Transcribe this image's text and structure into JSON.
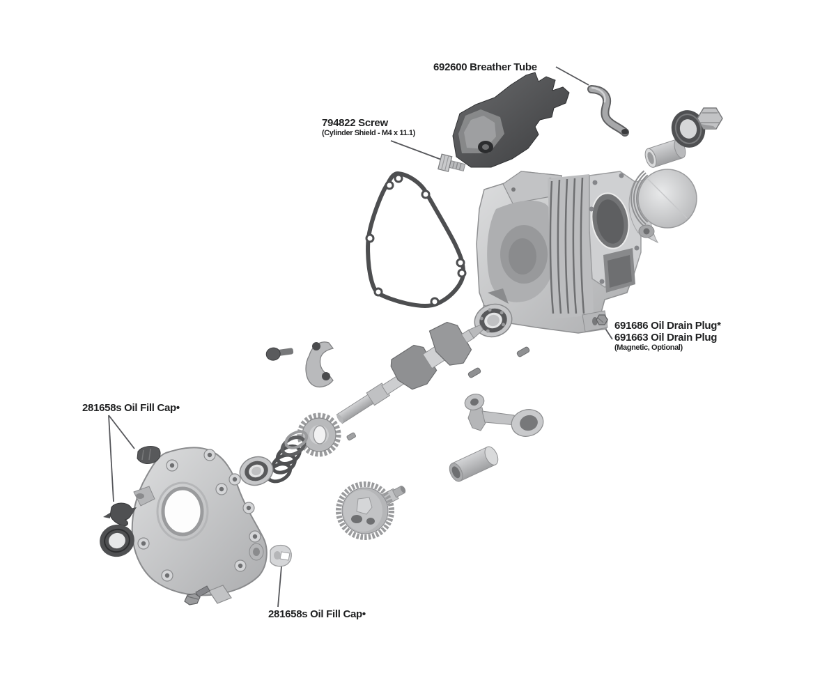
{
  "colors": {
    "background": "#ffffff",
    "label_text": "#1f2021",
    "leader_line": "#55565a",
    "metal_light": "#c9cacc",
    "metal_mid": "#a7a8aa",
    "metal_dark": "#4f5052"
  },
  "labels": {
    "breather_tube": {
      "text": "692600 Breather Tube"
    },
    "shield_screw": {
      "text": "794822 Screw",
      "sub": "(Cylinder Shield - M4 x 11.1)"
    },
    "drain_plug_line1": "691686 Oil Drain Plug*",
    "drain_plug_line2": "691663 Oil Drain Plug",
    "drain_plug_sub": "(Magnetic, Optional)",
    "fill_cap_upper": "281658s Oil Fill Cap•",
    "fill_cap_lower": "281658s Oil Fill Cap•"
  }
}
